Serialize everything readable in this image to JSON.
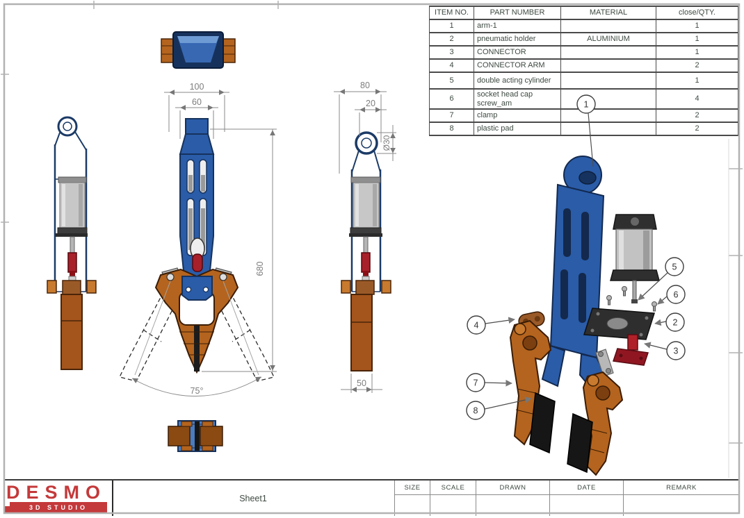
{
  "drawing": {
    "sheet_name": "Sheet1",
    "logo": {
      "name": "DESMO",
      "subtitle": "3D STUDIO"
    },
    "title_fields": [
      "SIZE",
      "SCALE",
      "DRAWN",
      "DATE",
      "REMARK"
    ]
  },
  "bom": {
    "headers": [
      "ITEM NO.",
      "PART NUMBER",
      "MATERIAL",
      "close/QTY."
    ],
    "rows": [
      {
        "item": "1",
        "part": "arm-1",
        "material": "",
        "qty": "1"
      },
      {
        "item": "2",
        "part": "pneumatic holder",
        "material": "ALUMINIUM",
        "qty": "1"
      },
      {
        "item": "3",
        "part": "CONNECTOR",
        "material": "",
        "qty": "1"
      },
      {
        "item": "4",
        "part": "CONNECTOR ARM",
        "material": "",
        "qty": "2"
      },
      {
        "item": "5",
        "part": "double acting cylinder",
        "material": "",
        "qty": "1"
      },
      {
        "item": "6",
        "part": "socket head cap screw_am",
        "material": "",
        "qty": "4"
      },
      {
        "item": "7",
        "part": "clamp",
        "material": "",
        "qty": "2"
      },
      {
        "item": "8",
        "part": "plastic pad",
        "material": "",
        "qty": "2"
      }
    ]
  },
  "dimensions": {
    "front_width": "100",
    "front_inner_width": "60",
    "front_height": "680",
    "jaw_angle": "75°",
    "side_width": "80",
    "side_inner_width": "20",
    "ring_diameter": "Ø30",
    "clamp_width": "50"
  },
  "balloons": [
    "1",
    "2",
    "3",
    "4",
    "5",
    "6",
    "7",
    "8"
  ],
  "colors": {
    "arm_blue": "#2a5ca8",
    "dark_navy": "#16325c",
    "clamp_orange": "#b4641e",
    "connector_red": "#a8202a",
    "cylinder_gray": "#c7c7c7",
    "pad_black": "#161616",
    "logo_red": "#c4393a",
    "dim_gray": "#8a8a8a"
  }
}
